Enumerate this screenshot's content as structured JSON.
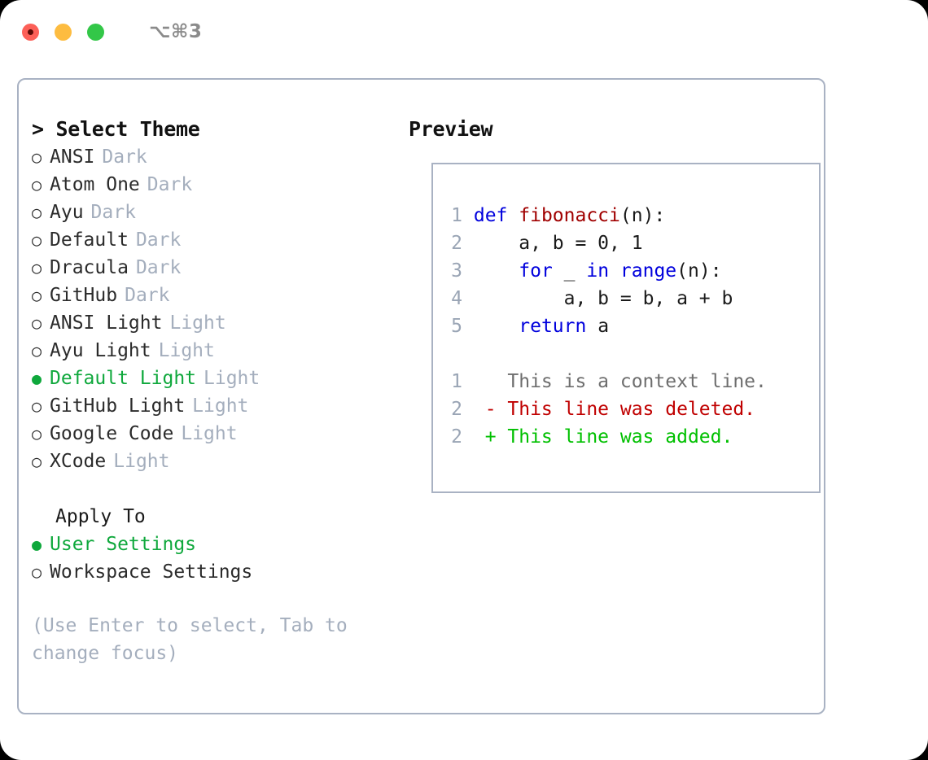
{
  "window": {
    "title": "⌥⌘3",
    "traffic_lights": [
      {
        "name": "close",
        "color": "#fc6058"
      },
      {
        "name": "minimize",
        "color": "#fdbc40"
      },
      {
        "name": "zoom",
        "color": "#33c748"
      }
    ]
  },
  "colors": {
    "selected_green": "#0fa83c",
    "muted": "#a4aebd",
    "border": "#a9b2c3",
    "keyword_blue": "#0000dd",
    "function_red": "#a00000",
    "diff_delete": "#c00000",
    "diff_add": "#00c000",
    "line_number": "#9aa5b5"
  },
  "theme_panel": {
    "heading": "> Select Theme",
    "bullet_unselected": "○",
    "bullet_selected": "●",
    "items": [
      {
        "label": "ANSI",
        "tag": "Dark",
        "selected": false
      },
      {
        "label": "Atom One",
        "tag": "Dark",
        "selected": false
      },
      {
        "label": "Ayu",
        "tag": "Dark",
        "selected": false
      },
      {
        "label": "Default",
        "tag": "Dark",
        "selected": false
      },
      {
        "label": "Dracula",
        "tag": "Dark",
        "selected": false
      },
      {
        "label": "GitHub",
        "tag": "Dark",
        "selected": false
      },
      {
        "label": "ANSI Light",
        "tag": "Light",
        "selected": false
      },
      {
        "label": "Ayu Light",
        "tag": "Light",
        "selected": false
      },
      {
        "label": "Default Light",
        "tag": "Light",
        "selected": true
      },
      {
        "label": "GitHub Light",
        "tag": "Light",
        "selected": false
      },
      {
        "label": "Google Code",
        "tag": "Light",
        "selected": false
      },
      {
        "label": "XCode",
        "tag": "Light",
        "selected": false
      }
    ]
  },
  "apply_to": {
    "heading": "Apply To",
    "items": [
      {
        "label": "User Settings",
        "selected": true
      },
      {
        "label": "Workspace Settings",
        "selected": false
      }
    ]
  },
  "hint": "(Use Enter to select, Tab to change focus)",
  "preview": {
    "heading": "Preview",
    "code_lines": [
      {
        "num": "1",
        "tokens": [
          {
            "t": "def ",
            "c": "kw"
          },
          {
            "t": "fibonacci",
            "c": "fn"
          },
          {
            "t": "(n):",
            "c": "ctext"
          }
        ]
      },
      {
        "num": "2",
        "tokens": [
          {
            "t": "    a, b = 0, 1",
            "c": "ctext"
          }
        ]
      },
      {
        "num": "3",
        "tokens": [
          {
            "t": "    ",
            "c": "ctext"
          },
          {
            "t": "for",
            "c": "kw"
          },
          {
            "t": " _ ",
            "c": "ctext"
          },
          {
            "t": "in",
            "c": "kw"
          },
          {
            "t": " ",
            "c": "ctext"
          },
          {
            "t": "range",
            "c": "bi"
          },
          {
            "t": "(n):",
            "c": "ctext"
          }
        ]
      },
      {
        "num": "4",
        "tokens": [
          {
            "t": "        a, b = b, a + b",
            "c": "ctext"
          }
        ]
      },
      {
        "num": "5",
        "tokens": [
          {
            "t": "    ",
            "c": "ctext"
          },
          {
            "t": "return",
            "c": "kw"
          },
          {
            "t": " a",
            "c": "ctext"
          }
        ]
      }
    ],
    "diff_lines": [
      {
        "num": "1",
        "marker": "  ",
        "text": "This is a context line.",
        "kind": "diff-ctx"
      },
      {
        "num": "2",
        "marker": "- ",
        "text": "This line was deleted.",
        "kind": "diff-del"
      },
      {
        "num": "2",
        "marker": "+ ",
        "text": "This line was added.",
        "kind": "diff-add"
      }
    ]
  }
}
